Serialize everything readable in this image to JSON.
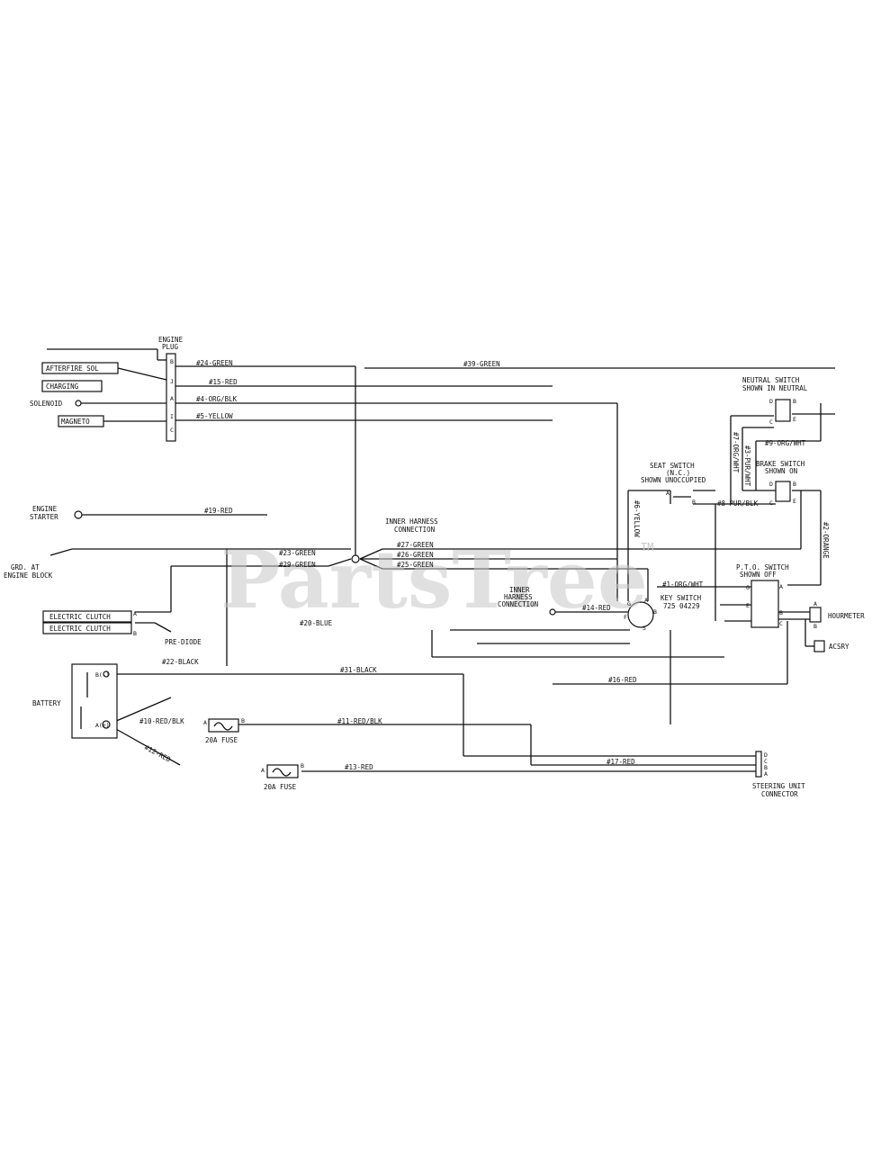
{
  "watermark": {
    "text": "PartsTree",
    "tm": "TM"
  },
  "components": {
    "engine_plug": [
      "ENGINE",
      "PLUG"
    ],
    "pins_plug": [
      "B",
      "J",
      "A",
      "I",
      "C"
    ],
    "aftfire": "AFTERFIRE SOL",
    "charging": "CHARGING",
    "solenoid": "SOLENOID",
    "magneto": "MAGNETO",
    "engine_starter": [
      "ENGINE",
      "STARTER"
    ],
    "ground": [
      "GRD. AT",
      "ENGINE BLOCK"
    ],
    "electric_clutch_1": "ELECTRIC CLUTCH",
    "electric_clutch_2": "ELECTRIC CLUTCH",
    "clutch_pins": [
      "A",
      "B"
    ],
    "pre_diode": "PRE-DIODE",
    "battery": "BATTERY",
    "bat_pos": "B(-)",
    "bat_neg": "A(+)",
    "fuse20_1": "20A FUSE",
    "fuse20_2": "20A FUSE",
    "fuse_ab": [
      "A",
      "B"
    ],
    "inner_harness_conn": [
      "INNER HARNESS",
      "CONNECTION"
    ],
    "inner_harness_conn2": [
      "INNER",
      "HARNESS",
      "CONNECTION"
    ],
    "neutral_switch": [
      "NEUTRAL SWITCH",
      "SHOWN IN NEUTRAL"
    ],
    "neutral_pins": [
      "D",
      "B",
      "C",
      "E"
    ],
    "seat_switch": [
      "SEAT SWITCH",
      "(N.C.)",
      "SHOWN UNOCCUPIED"
    ],
    "seat_pins": [
      "A",
      "B"
    ],
    "brake_switch": [
      "BRAKE SWITCH",
      "SHOWN ON"
    ],
    "brake_pins": [
      "D",
      "B",
      "C",
      "E"
    ],
    "pto_switch": [
      "P.T.O. SWITCH",
      "SHOWN OFF"
    ],
    "pto_pins": [
      "G",
      "A",
      "E",
      "B",
      "C"
    ],
    "key_switch": [
      "KEY SWITCH",
      "725 04229"
    ],
    "key_pins": [
      "G",
      "A",
      "F",
      "B",
      "S"
    ],
    "hourmeter": "HOURMETER",
    "hour_pins": [
      "A",
      "B"
    ],
    "acsry": "ACSRY",
    "steering": [
      "STEERING UNIT",
      "CONNECTOR"
    ],
    "steer_pins": [
      "D",
      "C",
      "B",
      "A"
    ]
  },
  "wires": {
    "w24_green": "#24-GREEN",
    "w39_green": "#39-GREEN",
    "w15_red": "#15-RED",
    "w4_org_blk": "#4-ORG/BLK",
    "w5_yellow": "#5-YELLOW",
    "w19_red": "#19-RED",
    "w23_green": "#23-GREEN",
    "w29_green": "#29-GREEN",
    "w27_green": "#27-GREEN",
    "w26_green": "#26-GREEN",
    "w25_green": "#25-GREEN",
    "w20_blue": "#20-BLUE",
    "w22_black": "#22-BLACK",
    "w31_black": "#31-BLACK",
    "w10_red_blk": "#10-RED/BLK",
    "w11_red_blk": "#11-RED/BLK",
    "w12_red": "#12-RED",
    "w13_red": "#13-RED",
    "w14_red": "#14-RED",
    "w16_red": "#16-RED",
    "w17_red": "#17-RED",
    "w6_yellow": "#6-YELLOW",
    "w1_org_wht": "#1-ORG/WHT",
    "w9_org_wht": "#9-ORG/WHT",
    "w8_pur_blk": "#8-PUR/BLK",
    "w7_org_wht": "#7-ORG/WHT",
    "w3_pur_wht": "#3-PUR/WHT",
    "w2_orange": "#2-ORANGE"
  }
}
